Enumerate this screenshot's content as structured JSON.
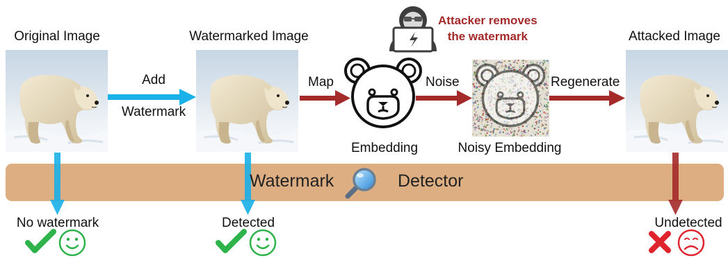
{
  "images": {
    "original_label": "Original Image",
    "watermarked_label": "Watermarked Image",
    "attacked_label": "Attacked Image"
  },
  "steps": {
    "add_line1": "Add",
    "add_line2": "Watermark",
    "map": "Map",
    "noise": "Noise",
    "regenerate": "Regenerate"
  },
  "nodes": {
    "embedding": "Embedding",
    "noisy_embedding": "Noisy Embedding"
  },
  "attacker": {
    "line1": "Attacker removes",
    "line2": "the watermark"
  },
  "detector": {
    "left_word": "Watermark",
    "right_word": "Detector"
  },
  "outcomes": {
    "original": "No watermark",
    "watermarked": "Detected",
    "attacked": "Undetected"
  },
  "colors": {
    "blue_arrow": "#1ab0e8",
    "red_arrow": "#a52a2a",
    "detector_bar": "#dcae82",
    "attacker_text": "#a52a2a",
    "success_green": "#2db34a",
    "fail_red": "#e0242e"
  },
  "icons": {
    "attacker": "hacker-icon",
    "embedding": "bear-face-icon",
    "noisy_embedding": "noisy-bear-face-icon",
    "detector": "magnifier-icon",
    "success": "check-icon",
    "happy": "smiley-icon",
    "fail": "cross-icon",
    "sad": "frown-icon"
  }
}
